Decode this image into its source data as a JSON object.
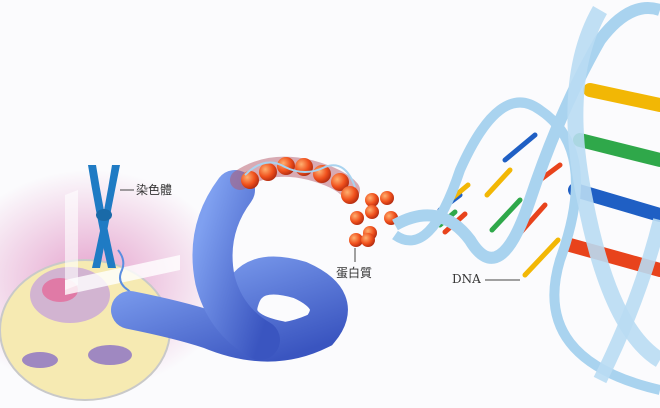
{
  "labels": {
    "chromosome": "染色體",
    "protein": "蛋白質",
    "dna": "DNA"
  },
  "colors": {
    "helix": "#a9d3ef",
    "coil": "#4f74d8",
    "bead": "#f04a1c",
    "chromosome": "#1f7bc4",
    "rung_colors": [
      "#f2b705",
      "#e8431c",
      "#2fa84a",
      "#1f5fc4"
    ]
  }
}
